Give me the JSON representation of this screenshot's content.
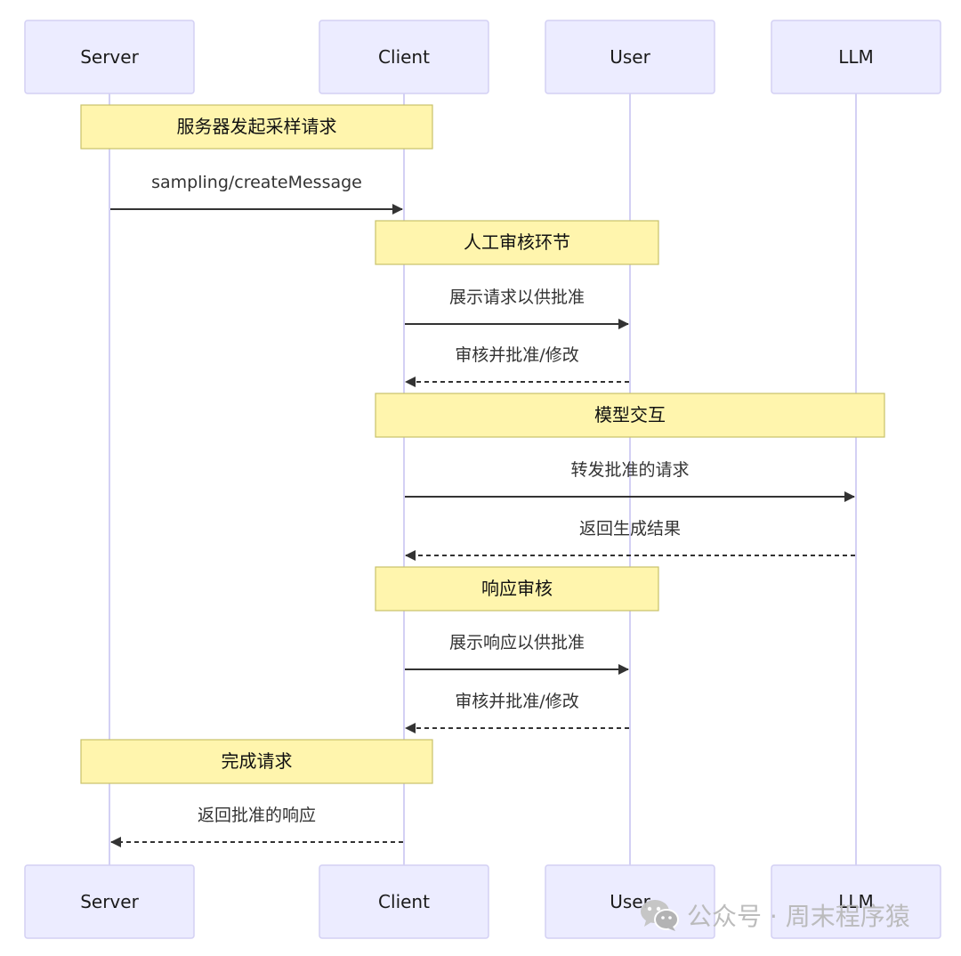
{
  "actors": [
    {
      "id": "server",
      "label": "Server"
    },
    {
      "id": "client",
      "label": "Client"
    },
    {
      "id": "user",
      "label": "User"
    },
    {
      "id": "llm",
      "label": "LLM"
    }
  ],
  "steps": [
    {
      "kind": "note",
      "from": "server",
      "to": "client",
      "text": "服务器发起采样请求"
    },
    {
      "kind": "message",
      "from": "server",
      "to": "client",
      "text": "sampling/createMessage",
      "style": "solid"
    },
    {
      "kind": "note",
      "from": "client",
      "to": "user",
      "text": "人工审核环节"
    },
    {
      "kind": "message",
      "from": "client",
      "to": "user",
      "text": "展示请求以供批准",
      "style": "solid"
    },
    {
      "kind": "message",
      "from": "user",
      "to": "client",
      "text": "审核并批准/修改",
      "style": "dashed"
    },
    {
      "kind": "note",
      "from": "client",
      "to": "llm",
      "text": "模型交互"
    },
    {
      "kind": "message",
      "from": "client",
      "to": "llm",
      "text": "转发批准的请求",
      "style": "solid"
    },
    {
      "kind": "message",
      "from": "llm",
      "to": "client",
      "text": "返回生成结果",
      "style": "dashed"
    },
    {
      "kind": "note",
      "from": "client",
      "to": "user",
      "text": "响应审核"
    },
    {
      "kind": "message",
      "from": "client",
      "to": "user",
      "text": "展示响应以供批准",
      "style": "solid"
    },
    {
      "kind": "message",
      "from": "user",
      "to": "client",
      "text": "审核并批准/修改",
      "style": "dashed"
    },
    {
      "kind": "note",
      "from": "server",
      "to": "client",
      "text": "完成请求"
    },
    {
      "kind": "message",
      "from": "client",
      "to": "server",
      "text": "返回批准的响应",
      "style": "dashed"
    }
  ],
  "watermark": {
    "text": "公众号 · 周末程序猿",
    "icon": "wechat-icon"
  }
}
